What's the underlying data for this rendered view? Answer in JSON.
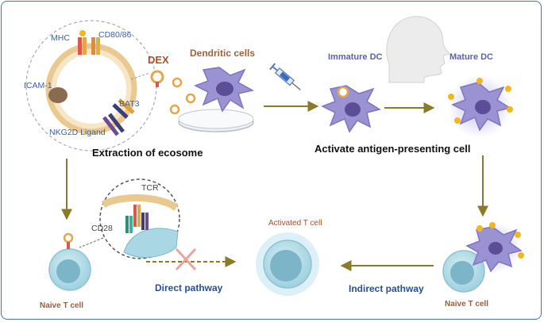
{
  "labels": {
    "mhc": "MHC",
    "cd80_86": "CD80/86",
    "dex": "DEX",
    "icam1": "ICAM-1",
    "bat3": "BAT3",
    "nkg2d": "NKG2D Ligand",
    "extraction": "Extraction of ecosome",
    "dendritic": "Dendritic cells",
    "immature": "Immature  DC",
    "mature": "Mature  DC",
    "activate": "Activate antigen-presenting cell",
    "tcr": "TCR",
    "cd28": "CD28",
    "activated_t": "Activated T cell",
    "direct": "Direct pathway",
    "indirect": "Indirect pathway",
    "naive_left": "Naive T cell",
    "naive_right": "Naive T cell"
  },
  "colors": {
    "border": "#4a6fb5",
    "arrow": "#8a7a2a",
    "dc_purple": "#8e86c8",
    "nucleus": "#5b4d96",
    "tcell": "#a9d8e4",
    "tcell_nucleus": "#6fa8bf",
    "exosome_dot": "#f0b81e",
    "blocked_x": "#e8a4a0"
  }
}
